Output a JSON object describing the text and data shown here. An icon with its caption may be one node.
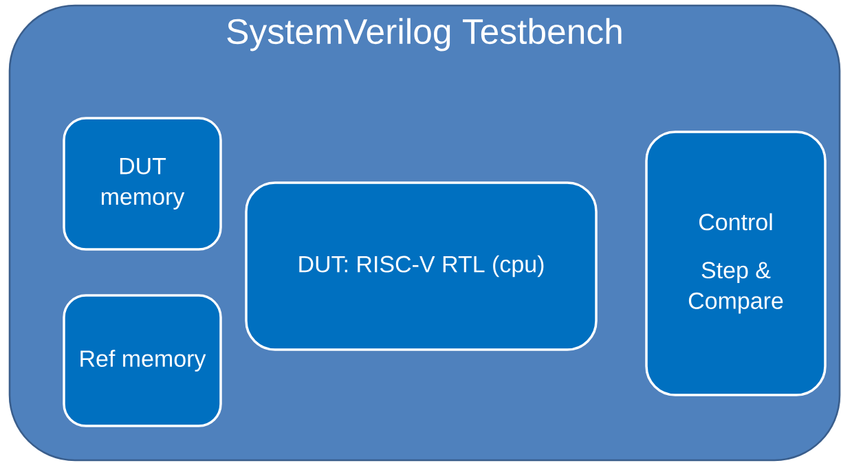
{
  "diagram": {
    "nodes": [
      {
        "text": [
          "SystemVerilog Testbench"
        ]
      },
      {
        "text": [
          "DUT memory"
        ],
        "in": 0
      },
      {
        "text": [
          "DUT: RISC-V RTL (cpu)"
        ],
        "in": 0
      },
      {
        "text": [
          "Control",
          "Step & Compare"
        ],
        "in": 0
      },
      {
        "text": [
          "Ref memory"
        ],
        "in": 0
      }
    ]
  }
}
